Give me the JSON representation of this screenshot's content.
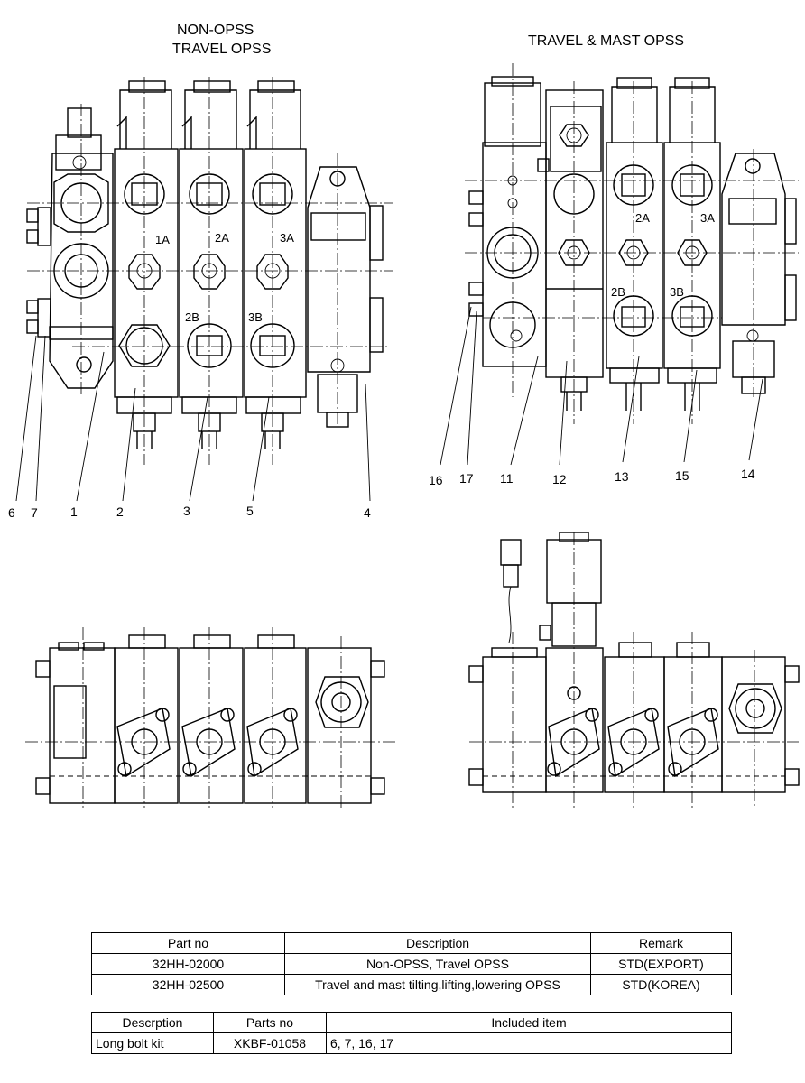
{
  "titles": {
    "left_line1": "NON-OPSS",
    "left_line2": "TRAVEL OPSS",
    "right": "TRAVEL & MAST OPSS"
  },
  "port_labels": {
    "left": [
      "1A",
      "2A",
      "3A",
      "2B",
      "3B"
    ],
    "right": [
      "2A",
      "3A",
      "2B",
      "3B"
    ]
  },
  "callouts": {
    "left": [
      "6",
      "7",
      "1",
      "2",
      "3",
      "5",
      "4"
    ],
    "right": [
      "16",
      "17",
      "11",
      "12",
      "13",
      "15",
      "14"
    ]
  },
  "parts_table": {
    "headers": [
      "Part no",
      "Description",
      "Remark"
    ],
    "rows": [
      [
        "32HH-02000",
        "Non-OPSS, Travel OPSS",
        "STD(EXPORT)"
      ],
      [
        "32HH-02500",
        "Travel and mast tilting,lifting,lowering OPSS",
        "STD(KOREA)"
      ]
    ]
  },
  "kit_table": {
    "headers": [
      "Descrption",
      "Parts no",
      "Included item"
    ],
    "rows": [
      [
        "Long bolt kit",
        "XKBF-01058",
        "6, 7, 16, 17"
      ]
    ]
  }
}
